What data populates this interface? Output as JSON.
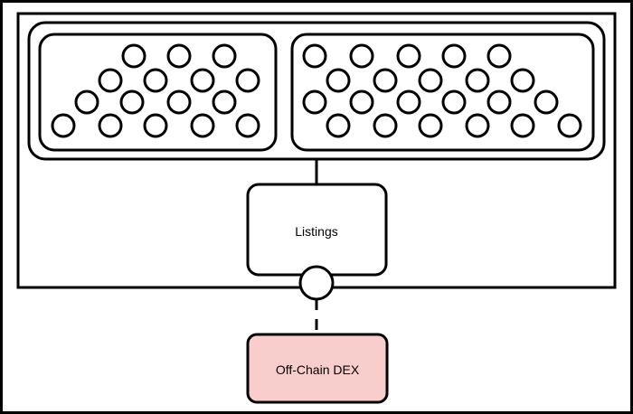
{
  "diagram": {
    "listings_label": "Listings",
    "dex_label": "Off-Chain DEX"
  },
  "colors": {
    "stroke": "#000000",
    "background": "#ffffff",
    "dex_fill": "#f8cecc"
  },
  "groups": [
    {
      "name": "left-node-cluster",
      "rows": [
        [
          148,
          198,
          248
        ],
        [
          122,
          172,
          224,
          274
        ],
        [
          96,
          146,
          198,
          248
        ],
        [
          70,
          122,
          172,
          224,
          274
        ]
      ]
    },
    {
      "name": "right-node-cluster",
      "rows": [
        [
          348,
          400,
          452,
          502,
          552
        ],
        [
          374,
          426,
          476,
          528,
          578
        ],
        [
          348,
          400,
          452,
          502,
          552,
          604
        ],
        [
          374,
          426,
          476,
          528,
          578,
          630
        ]
      ]
    }
  ]
}
